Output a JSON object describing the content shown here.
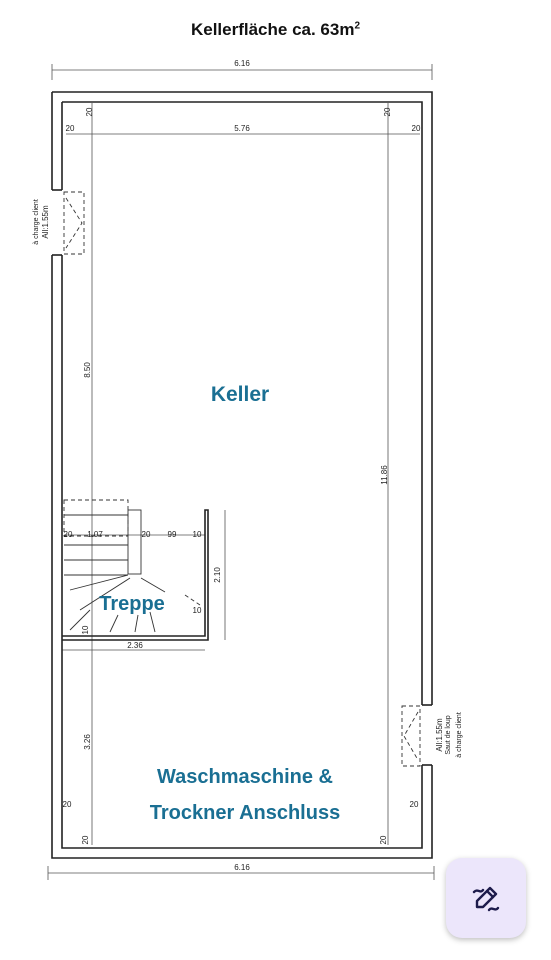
{
  "title": {
    "text": "Kellerfläche ca. 63m",
    "superscript": "2"
  },
  "rooms": {
    "keller": "Keller",
    "treppe": "Treppe",
    "wasch_line1": "Waschmaschine &",
    "wasch_line2": "Trockner Anschluss"
  },
  "dimensions": {
    "top_outer": "6.16",
    "top_inner": "5.76",
    "bottom_outer": "6.16",
    "left_height": "8.50",
    "left_lower": "3.26",
    "right_height": "11.86",
    "stair_width": "2.36",
    "stair_height": "2.10",
    "stair_a": "1.07",
    "stair_b": "99",
    "wall_20": "20",
    "wall_10": "10"
  },
  "windows": {
    "left_line1": "à charge client",
    "left_line2": "All:1.55m",
    "right_line1": "All:1.55m",
    "right_line2": "Saut de loup",
    "right_line3": "à charge client"
  },
  "colors": {
    "room_label": "#1a6f93",
    "fab_bg": "#ece6fb",
    "fab_icon": "#1d1b4b"
  },
  "icons": {
    "fab": "edit-pen-icon"
  }
}
